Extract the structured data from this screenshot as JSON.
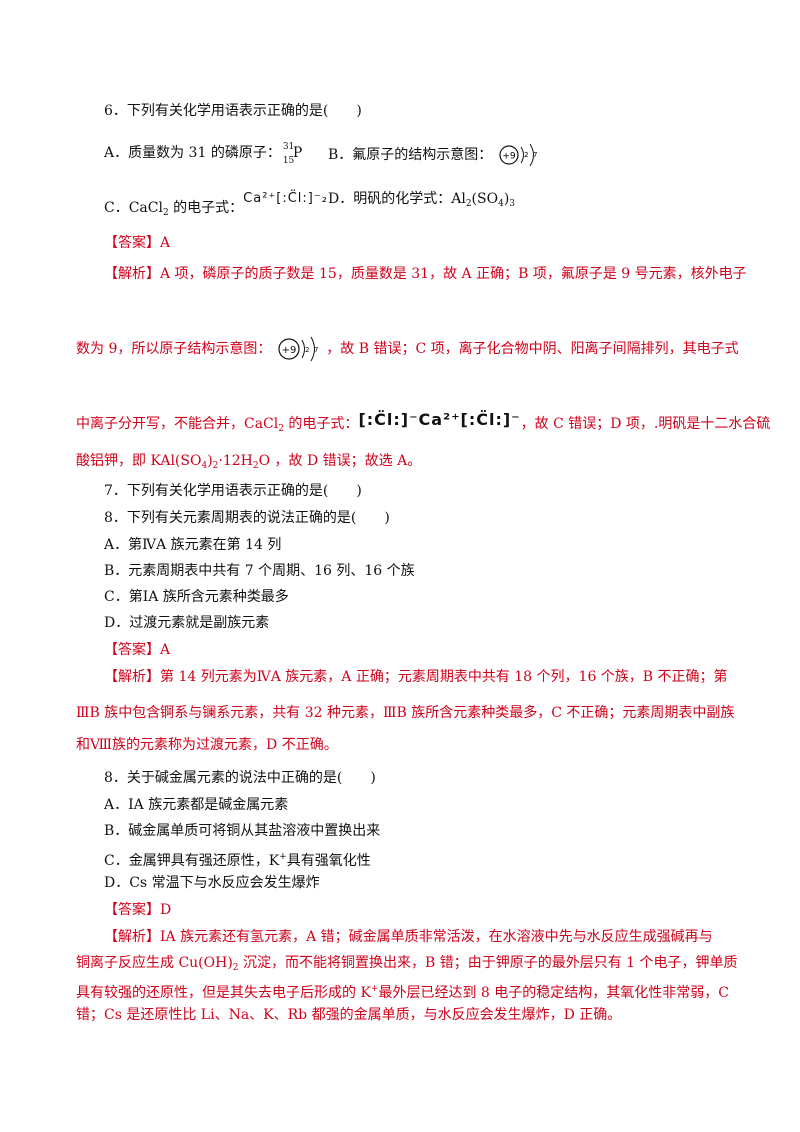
{
  "q6": {
    "stem": "6．下列有关化学用语表示正确的是(　　)",
    "optA_text": "A．质量数为 31 的磷原子：",
    "optA_mass": "31",
    "optA_z": "15",
    "optA_symbol": "P",
    "optB_text": "B．氟原子的结构示意图：",
    "optC_text": "C．CaCl",
    "optC_sub": "2",
    "optC_tail": " 的电子式：",
    "optC_formula": "Ca²⁺[:C̈l:]⁻₂",
    "optD_text": "D．明矾的化学式：Al",
    "optD_sub": "2",
    "optD_tail": "(SO",
    "optD_sub2": "4",
    "optD_end": ")",
    "optD_sub3": "3",
    "answer_label": "【答案】A",
    "exp_line1": "【解析】A 项，磷原子的质子数是 15，质量数是 31，故 A 正确；B 项，氟原子是 9 号元素，核外电子",
    "exp_line2a": "数为 9，所以原子结构示意图：",
    "exp_line2b": "，故 B 错误；C 项，离子化合物中阴、阳离子间隔排列，其电子式",
    "exp_line3a": "中离子分开写，不能合并，CaCl",
    "exp_line3_sub": "2",
    "exp_line3b": " 的电子式：",
    "exp_line3_formula": "[:C̈l:]⁻Ca²⁺[:C̈l:]⁻",
    "exp_line3c": "，故 C 错误；D 项，.明矾是十二水合硫",
    "exp_line4a": "酸铝钾，即 KAl(SO",
    "exp_line4_sub": "4",
    "exp_line4b": ")",
    "exp_line4_sub2": "2",
    "exp_line4c": "·12H",
    "exp_line4_sub3": "2",
    "exp_line4d": "O ，故 D 错误；故选 A。"
  },
  "q7": {
    "stem": "7．下列有关化学用语表示正确的是(　　)"
  },
  "q8a": {
    "stem": "8．下列有关元素周期表的说法正确的是(　　)",
    "optA": "A．第ⅣA 族元素在第 14 列",
    "optB": "B．元素周期表中共有 7 个周期、16 列、16 个族",
    "optC": "C．第ⅠA 族所含元素种类最多",
    "optD": "D．过渡元素就是副族元素",
    "answer_label": "【答案】A",
    "exp_line1": "【解析】第 14 列元素为ⅣA 族元素，A 正确；元素周期表中共有 18 个列，16 个族，B 不正确；第",
    "exp_line2": "ⅢB 族中包含锕系与镧系元素，共有 32 种元素，ⅢB 族所含元素种类最多，C 不正确；元素周期表中副族",
    "exp_line3": "和Ⅷ族的元素称为过渡元素，D 不正确。"
  },
  "q8b": {
    "stem": "8．关于碱金属元素的说法中正确的是(　　)",
    "optA": "A．ⅠA 族元素都是碱金属元素",
    "optB": "B．碱金属单质可将铜从其盐溶液中置换出来",
    "optC_a": "C．金属钾具有强还原性，K",
    "optC_sup": "+",
    "optC_b": "具有强氧化性",
    "optD": "D．Cs 常温下与水反应会发生爆炸",
    "answer_label": "【答案】D",
    "exp_line1": "【解析】ⅠA 族元素还有氢元素，A 错；碱金属单质非常活泼，在水溶液中先与水反应生成强碱再与",
    "exp_line2a": "铜离子反应生成 Cu(OH)",
    "exp_line2_sub": "2",
    "exp_line2b": " 沉淀，而不能将铜置换出来，B 错；由于钾原子的最外层只有 1 个电子，钾单质",
    "exp_line3a": "具有较强的还原性，但是其失去电子后形成的 K",
    "exp_line3_sup": "+",
    "exp_line3b": "最外层已经达到 8 电子的稳定结构，其氧化性非常弱，C",
    "exp_line4": "错；Cs 是还原性比 Li、Na、K、Rb 都强的金属单质，与水反应会发生爆炸，D 正确。"
  },
  "diagram": {
    "nucleus": "+9",
    "shell1": "2",
    "shell2": "7"
  }
}
